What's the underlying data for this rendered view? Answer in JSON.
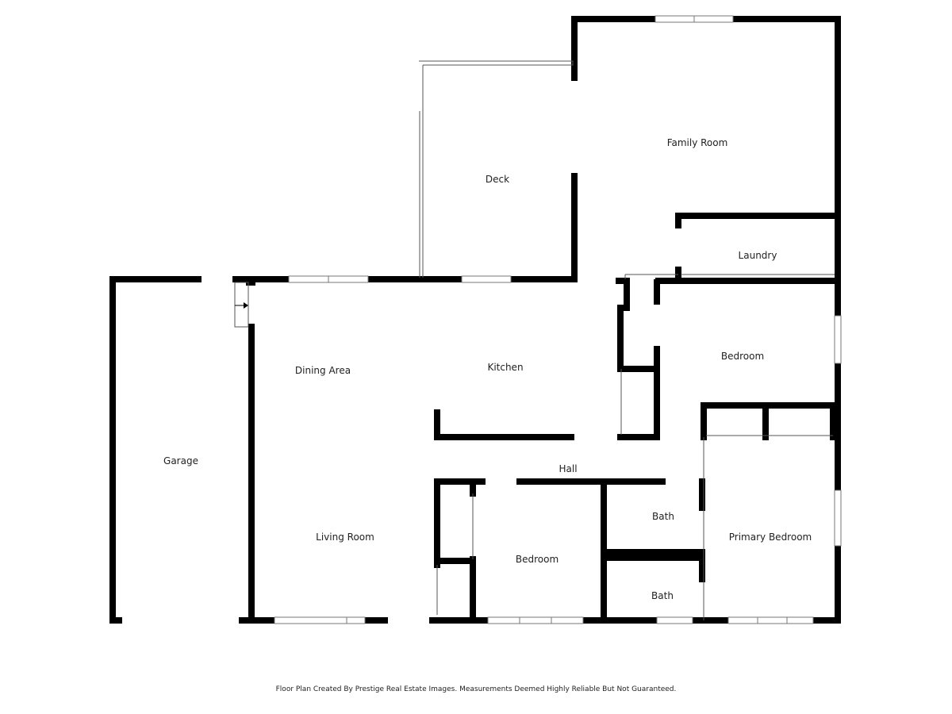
{
  "rooms": {
    "family_room": "Family Room",
    "deck": "Deck",
    "laundry": "Laundry",
    "dining_area": "Dining Area",
    "kitchen": "Kitchen",
    "bedroom_1": "Bedroom",
    "garage": "Garage",
    "hall": "Hall",
    "bath_1": "Bath",
    "living_room": "Living Room",
    "bedroom_2": "Bedroom",
    "primary_bedroom": "Primary Bedroom",
    "bath_2": "Bath"
  },
  "footer": "Floor Plan Created By Prestige Real Estate Images. Measurements Deemed Highly Reliable But Not Guaranteed.",
  "colors": {
    "wall": "#000000",
    "window": "#888888"
  }
}
